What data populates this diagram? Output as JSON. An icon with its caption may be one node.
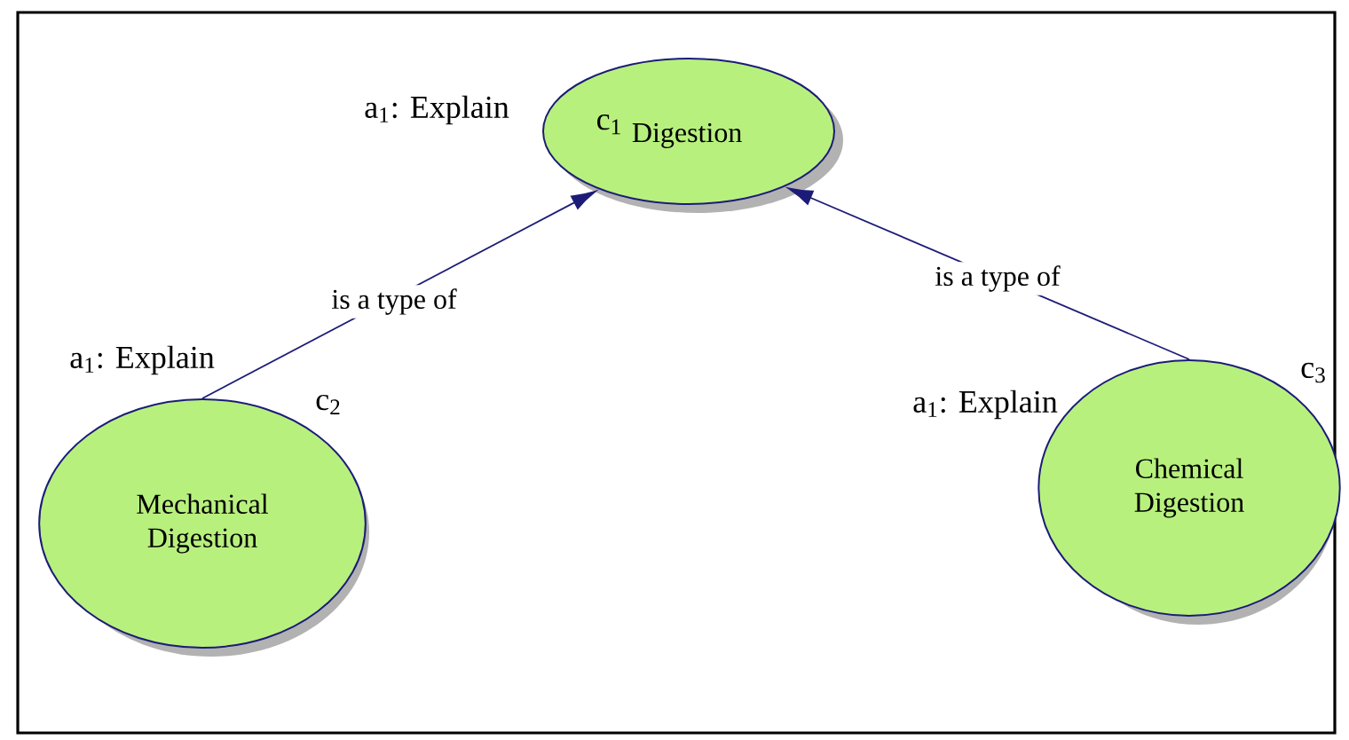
{
  "diagram": {
    "nodes": [
      {
        "text": [
          "c$_{1}$",
          "Digestion"
        ],
        "beside": [
          "a$_{1}$: Explain"
        ]
      },
      {
        "text": [
          "Mechanical Digestion"
        ],
        "beside": [
          "a$_{1}$: Explain",
          "c$_{2}$"
        ]
      },
      {
        "text": [
          "Chemical Digestion"
        ],
        "beside": [
          "a$_{1}$: Explain",
          "c$_{3}$"
        ]
      }
    ],
    "edges": [
      {
        "from": 1,
        "to": 0,
        "arrow": "to",
        "label": "is a type of"
      },
      {
        "from": 2,
        "to": 0,
        "arrow": "to",
        "label": "is a type of"
      }
    ]
  }
}
